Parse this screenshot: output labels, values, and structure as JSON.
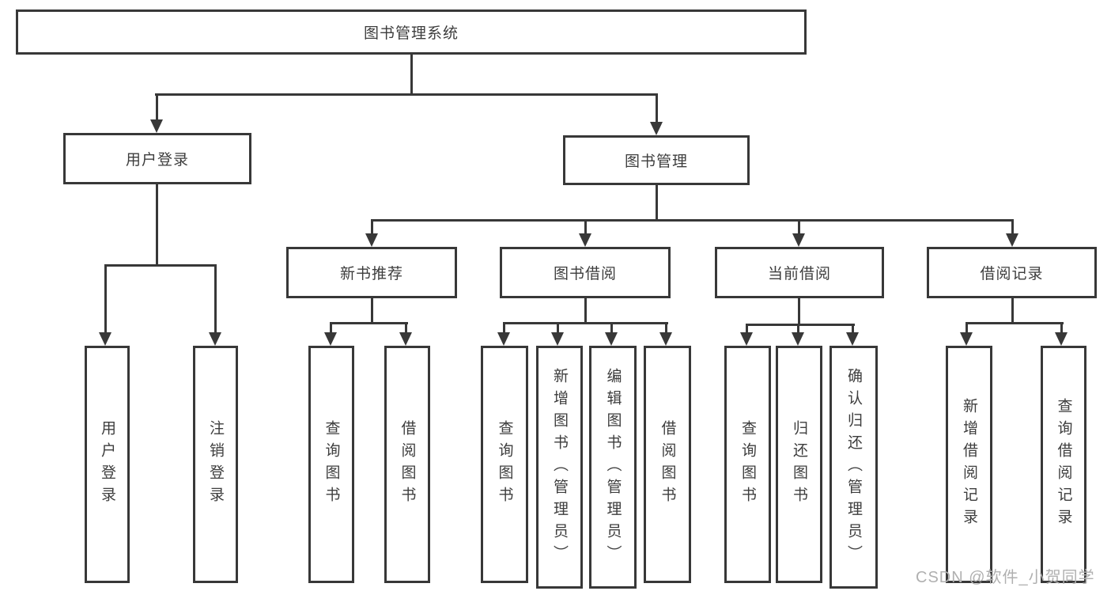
{
  "tree": {
    "root": {
      "label": "图书管理系统"
    },
    "branches": [
      {
        "label": "用户登录",
        "leaves": [
          {
            "label": "用户登录"
          },
          {
            "label": "注销登录"
          }
        ]
      },
      {
        "label": "图书管理",
        "children": [
          {
            "label": "新书推荐",
            "leaves": [
              {
                "label": "查询图书"
              },
              {
                "label": "借阅图书"
              }
            ]
          },
          {
            "label": "图书借阅",
            "leaves": [
              {
                "label": "查询图书"
              },
              {
                "label": "新增图书（管理员）"
              },
              {
                "label": "编辑图书（管理员）"
              },
              {
                "label": "借阅图书"
              }
            ]
          },
          {
            "label": "当前借阅",
            "leaves": [
              {
                "label": "查询图书"
              },
              {
                "label": "归还图书"
              },
              {
                "label": "确认归还（管理员）"
              }
            ]
          },
          {
            "label": "借阅记录",
            "leaves": [
              {
                "label": "新增借阅记录"
              },
              {
                "label": "查询借阅记录"
              }
            ]
          }
        ]
      }
    ]
  },
  "watermark": "CSDN @软件_小贺同学",
  "colors": {
    "line": "#383838",
    "text": "#3d3d3d",
    "watermark": "#b0b0b0",
    "background": "#ffffff"
  }
}
